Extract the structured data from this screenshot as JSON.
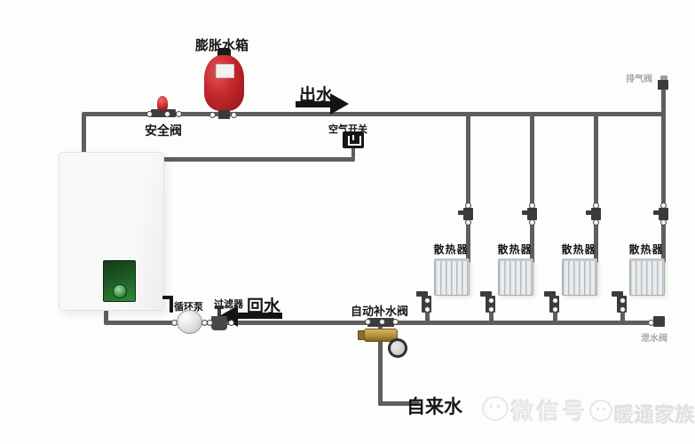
{
  "labels": {
    "expansion_tank": "膨胀水箱",
    "safety_valve": "安全阀",
    "outlet_water": "出水",
    "air_switch": "空气开关",
    "air_vent": "排气阀",
    "return_water": "回水",
    "circulation_pump": "循环泵",
    "filter": "过滤器",
    "auto_refill_valve": "自动补水阀",
    "tap_water": "自来水",
    "drain_valve": "泄水阀"
  },
  "radiators": [
    {
      "label": "散热器"
    },
    {
      "label": "散热器"
    },
    {
      "label": "散热器"
    },
    {
      "label": "散热器"
    }
  ],
  "watermark": {
    "wechat_label": "微信号",
    "account_name": "暖通家族"
  },
  "colors": {
    "pipe": "#5e5e5e",
    "tank_red": "#c3272d",
    "valve_dark": "#3c3c3c",
    "brass": "#b5913f",
    "label_gray": "#a8a8a8",
    "arrow_black": "#141414"
  }
}
